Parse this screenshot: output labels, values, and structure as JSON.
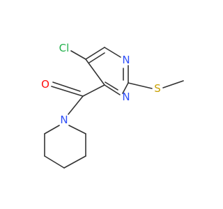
{
  "molecule": {
    "atoms": {
      "cl": "Cl",
      "n_top": "N",
      "n_mid": "N",
      "s": "S",
      "o": "O",
      "n_pip": "N"
    },
    "colors": {
      "bond": "#333333",
      "chlorine": "#22b14c",
      "nitrogen": "#3050f8",
      "sulfur": "#c8a000",
      "oxygen": "#ff0d0d"
    }
  }
}
